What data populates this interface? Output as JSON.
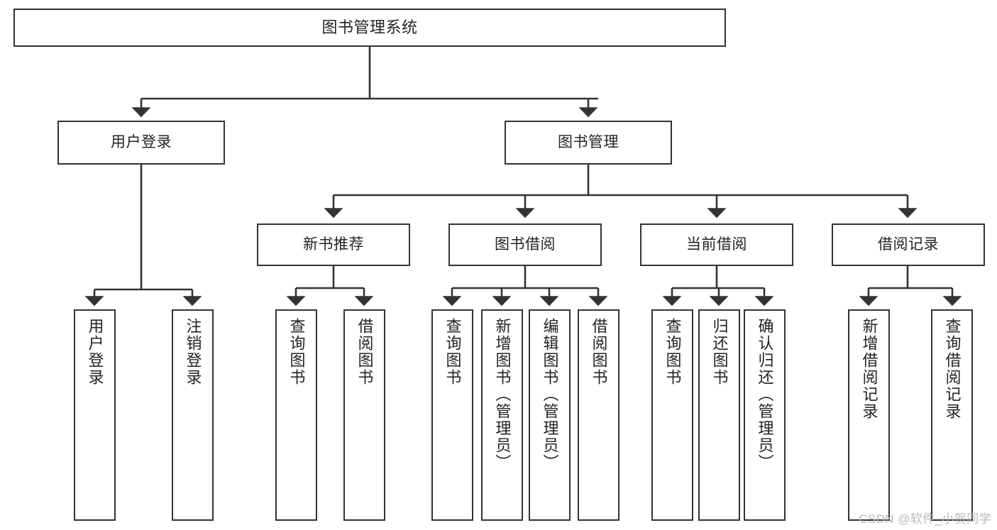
{
  "diagram": {
    "title": "图书管理系统",
    "watermark": "CSDN @软件_小贺同学",
    "line_color": "#333333",
    "box_fill": "#ffffff",
    "text_color": "#232323",
    "levels": {
      "root": {
        "label": "图书管理系统"
      },
      "level2": [
        {
          "id": "user-login",
          "label": "用户登录"
        },
        {
          "id": "book-management",
          "label": "图书管理"
        }
      ],
      "level3": [
        {
          "id": "new-book-recommend",
          "label": "新书推荐"
        },
        {
          "id": "book-borrow",
          "label": "图书借阅"
        },
        {
          "id": "current-borrow",
          "label": "当前借阅"
        },
        {
          "id": "borrow-record",
          "label": "借阅记录"
        }
      ],
      "leaves": [
        {
          "id": "leaf-user-login",
          "label": "用户登录",
          "parent": "user-login"
        },
        {
          "id": "leaf-logout-login",
          "label": "注销登录",
          "parent": "user-login"
        },
        {
          "id": "leaf-query-book-1",
          "label": "查询图书",
          "parent": "new-book-recommend"
        },
        {
          "id": "leaf-borrow-book-1",
          "label": "借阅图书",
          "parent": "new-book-recommend"
        },
        {
          "id": "leaf-query-book-2",
          "label": "查询图书",
          "parent": "book-borrow"
        },
        {
          "id": "leaf-add-book",
          "label": "新增图书（管理员）",
          "parent": "book-borrow"
        },
        {
          "id": "leaf-edit-book",
          "label": "编辑图书（管理员）",
          "parent": "book-borrow"
        },
        {
          "id": "leaf-borrow-book-2",
          "label": "借阅图书",
          "parent": "book-borrow"
        },
        {
          "id": "leaf-query-book-3",
          "label": "查询图书",
          "parent": "current-borrow"
        },
        {
          "id": "leaf-return-book",
          "label": "归还图书",
          "parent": "current-borrow"
        },
        {
          "id": "leaf-confirm-return",
          "label": "确认归还（管理员）",
          "parent": "current-borrow"
        },
        {
          "id": "leaf-add-record",
          "label": "新增借阅记录",
          "parent": "borrow-record"
        },
        {
          "id": "leaf-query-record",
          "label": "查询借阅记录",
          "parent": "borrow-record"
        }
      ]
    }
  }
}
